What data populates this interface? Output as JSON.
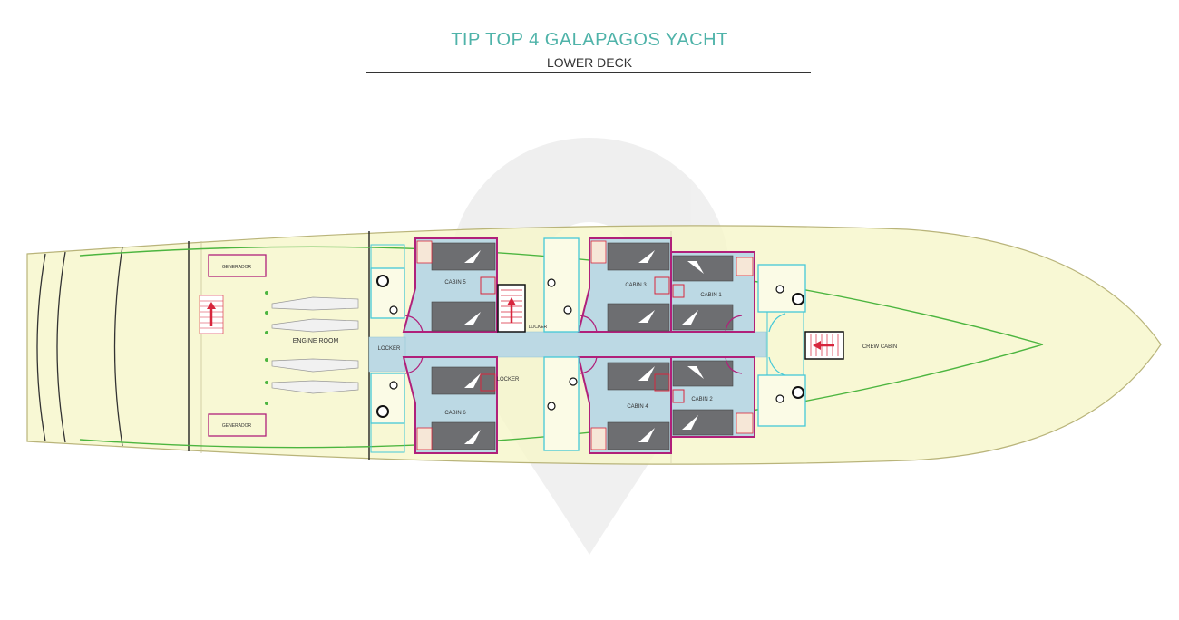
{
  "header": {
    "title": "TIP TOP 4 GALAPAGOS YACHT",
    "subtitle": "LOWER DECK"
  },
  "rooms": {
    "generator_top": "GENERADOR",
    "generator_bottom": "GENERADOR",
    "engine_room": "ENGINE ROOM",
    "locker_left": "LOCKER",
    "locker_center": "LOCKER",
    "locker_stair": "LOCKER",
    "cabin_1": "CABIN 1",
    "cabin_2": "CABIN 2",
    "cabin_3": "CABIN 3",
    "cabin_4": "CABIN 4",
    "cabin_5": "CABIN 5",
    "cabin_6": "CABIN 6",
    "crew_cabin": "CREW CABIN"
  },
  "colors": {
    "title": "#4fb3a9",
    "hull_fill": "#f6f6c8",
    "corridor": "#bcd9e4",
    "cabin_wall": "#b0207a",
    "bathroom": "#45c8d8",
    "bed": "#6d6e71",
    "stair": "#d7263d",
    "green_line": "#4cb53f"
  },
  "icons": [
    "watermark-pin-icon",
    "stair-arrow-icon",
    "toilet-icon",
    "bed-icon",
    "wardrobe-icon"
  ]
}
